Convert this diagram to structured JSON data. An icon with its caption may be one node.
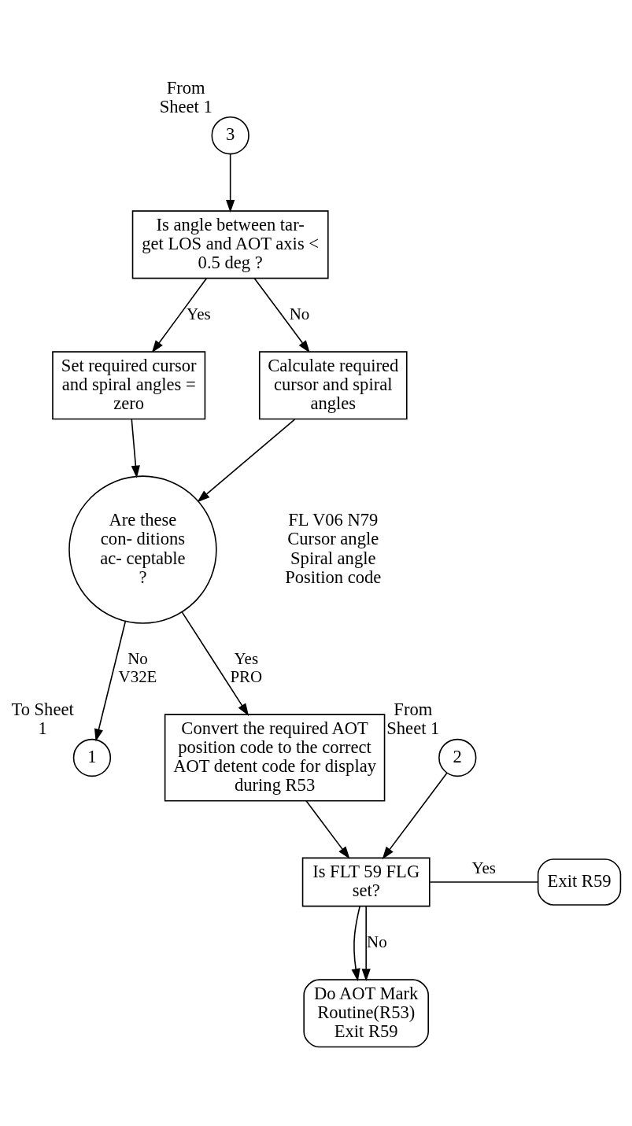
{
  "diagram": {
    "nodes": [
      {
        "text": [
          "3"
        ],
        "beside": [
          "From Sheet 1"
        ]
      },
      {
        "text": [
          "Is angle between tar- get LOS and AOT axis < 0.5 deg ?"
        ]
      },
      {
        "text": [
          "Set required cursor and spiral angles = zero"
        ]
      },
      {
        "text": [
          "Calculate required cursor and spiral angles"
        ]
      },
      {
        "text": [
          "Are these con- ditions ac- ceptable ?"
        ]
      },
      {
        "text": [
          "1"
        ],
        "beside": [
          "To Sheet 1"
        ]
      },
      {
        "text": [
          "Convert the required AOT position code to the correct AOT detent code for display during R53"
        ]
      },
      {
        "text": [
          "2"
        ],
        "beside": [
          "From Sheet 1"
        ]
      },
      {
        "text": [
          "Is FLT 59 FLG set?"
        ]
      },
      {
        "text": [
          "Exit R59"
        ]
      },
      {
        "text": [
          "Do AOT Mark Routine(R53) Exit R59"
        ]
      }
    ],
    "edges": [
      {
        "from": 0,
        "to": 1,
        "arrow": "to"
      },
      {
        "from": 1,
        "to": 2,
        "arrow": "to",
        "label": "Yes"
      },
      {
        "from": 1,
        "to": 3,
        "arrow": "to",
        "label": "No"
      },
      {
        "from": 2,
        "to": 4,
        "arrow": "to"
      },
      {
        "from": 3,
        "to": 4,
        "arrow": "to"
      },
      {
        "from": 4,
        "to": 5,
        "arrow": "to",
        "label": "No V32E"
      },
      {
        "from": 4,
        "to": 6,
        "arrow": "to",
        "label": "Yes PRO"
      },
      {
        "from": 6,
        "to": 8,
        "arrow": "to"
      },
      {
        "from": 7,
        "to": 8,
        "arrow": "to"
      },
      {
        "from": 8,
        "to": 9,
        "arrow": "none",
        "label": "Yes"
      },
      {
        "from": 8,
        "to": 10,
        "arrow": "to"
      },
      {
        "from": 8,
        "to": 10,
        "arrow": "to",
        "label": "No"
      }
    ],
    "labels": [
      "FL V06 N79 Cursor angle Spiral angle Position code"
    ]
  }
}
